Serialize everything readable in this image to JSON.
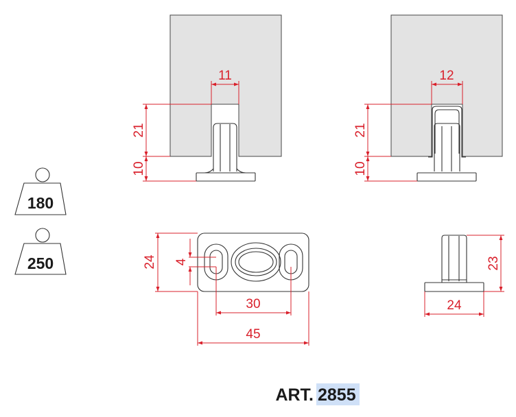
{
  "weights": [
    {
      "label": "180"
    },
    {
      "label": "250"
    }
  ],
  "front_view_1": {
    "width_dim": "11",
    "height_dim": "21",
    "base_dim": "10"
  },
  "front_view_2": {
    "width_dim": "12",
    "height_dim": "21",
    "base_dim": "10"
  },
  "plate_view": {
    "height_dim": "24",
    "slot_dim": "4",
    "hole_spacing_dim": "30",
    "length_dim": "45"
  },
  "side_view": {
    "height_dim": "23",
    "base_width_dim": "24"
  },
  "title": {
    "prefix": "ART.",
    "number": "2855"
  },
  "colors": {
    "dimension": "#d9202b",
    "panel": "#e3e3e3",
    "highlight": "#cfe0f7"
  }
}
